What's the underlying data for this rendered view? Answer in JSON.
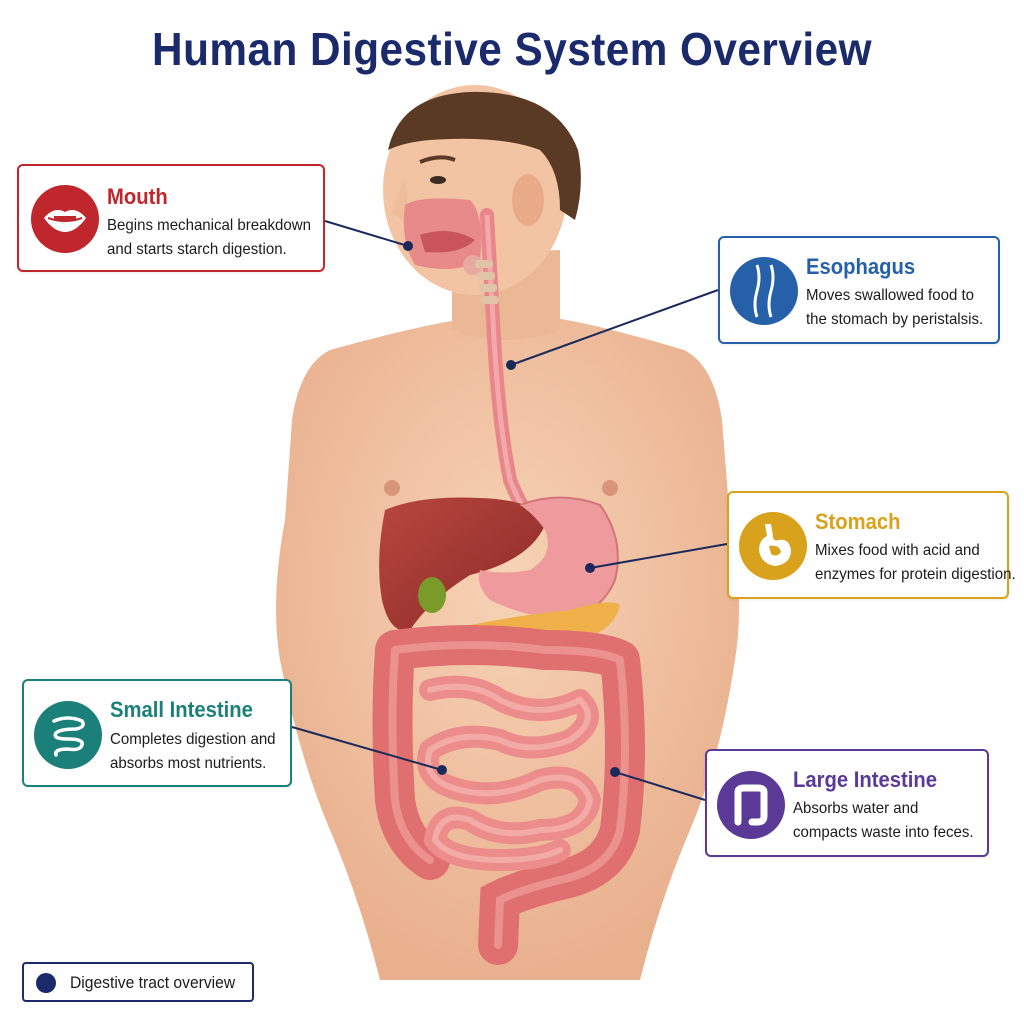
{
  "title": "Human Digestive System Overview",
  "colors": {
    "title": "#1b2a6b",
    "mouth": "#c0272d",
    "esophagus": "#2560a8",
    "stomach": "#d9a21c",
    "small_intestine": "#1b7f7a",
    "large_intestine": "#5a3a96",
    "skin": "#f1c3a1",
    "organ": "#d96a68",
    "leader": "#1b2a5b"
  },
  "callouts": {
    "mouth": {
      "name": "Mouth",
      "desc_lines": [
        "Begins mechanical breakdown",
        "and starts starch digestion."
      ],
      "icon": "lips-icon"
    },
    "esophagus": {
      "name": "Esophagus",
      "desc_lines": [
        "Moves swallowed food to",
        "the stomach by peristalsis."
      ],
      "icon": "esophagus-tube-icon"
    },
    "stomach": {
      "name": "Stomach",
      "desc_lines": [
        "Mixes food with acid and",
        "enzymes for protein digestion."
      ],
      "icon": "stomach-icon"
    },
    "small_intestine": {
      "name": "Small Intestine",
      "desc_lines": [
        "Completes digestion and",
        "absorbs most nutrients."
      ],
      "icon": "small-intestine-icon"
    },
    "large_intestine": {
      "name": "Large Intestine",
      "desc_lines": [
        "Absorbs water and",
        "compacts waste into feces."
      ],
      "icon": "large-intestine-icon"
    }
  },
  "legend": {
    "label": "Digestive tract overview"
  }
}
